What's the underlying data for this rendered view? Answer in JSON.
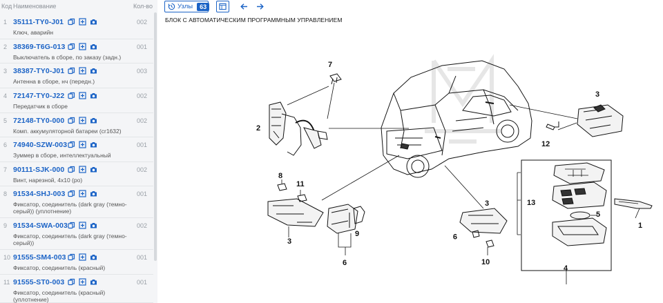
{
  "list": {
    "header": {
      "code": "Код",
      "name": "Наименование",
      "qty": "Кол-во"
    },
    "rows": [
      {
        "num": "1",
        "part": "35111-TY0-J01",
        "desc": "Ключ, аварийн",
        "qty": "002"
      },
      {
        "num": "2",
        "part": "38369-T6G-013",
        "desc": "Выключатель в сборе, по заказу (задн.)",
        "qty": "001"
      },
      {
        "num": "3",
        "part": "38387-TY0-J01",
        "desc": "Антенна в сборе, нч (передн.)",
        "qty": "003"
      },
      {
        "num": "4",
        "part": "72147-TY0-J22",
        "desc": "Передатчик в сборе",
        "qty": "002"
      },
      {
        "num": "5",
        "part": "72148-TY0-000",
        "desc": "Комп. аккумуляторной батареи (cr1632)",
        "qty": "002"
      },
      {
        "num": "6",
        "part": "74940-SZW-003",
        "desc": "Зуммер в сборе, интеллектуальный",
        "qty": "001"
      },
      {
        "num": "7",
        "part": "90111-SJK-000",
        "desc": "Винт, нарезной, 4x10 (ро)",
        "qty": "002"
      },
      {
        "num": "8",
        "part": "91534-SHJ-003",
        "desc": "Фиксатор, соединитель (dark gray (темно-серый)) (уплотнение)",
        "qty": "001"
      },
      {
        "num": "9",
        "part": "91534-SWA-003",
        "desc": "Фиксатор, соединитель (dark gray (темно-серый))",
        "qty": "002"
      },
      {
        "num": "10",
        "part": "91555-SM4-003",
        "desc": "Фиксатор, соединитель (красный)",
        "qty": "001"
      },
      {
        "num": "11",
        "part": "91555-ST0-003",
        "desc": "Фиксатор, соединитель (красный) (уплотнение)",
        "qty": "001"
      }
    ]
  },
  "toolbar": {
    "nodes_label": "Узлы",
    "nodes_count": "63",
    "nodes_icon": "history-icon",
    "view_icon": "image-view-icon",
    "prev_icon": "arrow-left-icon",
    "next_icon": "arrow-right-icon"
  },
  "row_icons": [
    "copy-icon",
    "add-icon",
    "camera-icon"
  ],
  "diagram": {
    "title": "БЛОК С АВТОМАТИЧЕСКИМ ПРОГРАММНЫМ УПРАВЛЕНИЕМ",
    "callouts": {
      "c1": "1",
      "c2": "2",
      "c3a": "3",
      "c3b": "3",
      "c3c": "3",
      "c4": "4",
      "c5": "5",
      "c6": "6",
      "c7": "7",
      "c8": "8",
      "c9a": "9",
      "c9b": "9",
      "c10": "10",
      "c11": "11",
      "c12": "12",
      "c13": "13"
    }
  },
  "colors": {
    "accent": "#1b63c6",
    "panel_bg": "#f4f5f7",
    "muted": "#9aa0a7"
  }
}
